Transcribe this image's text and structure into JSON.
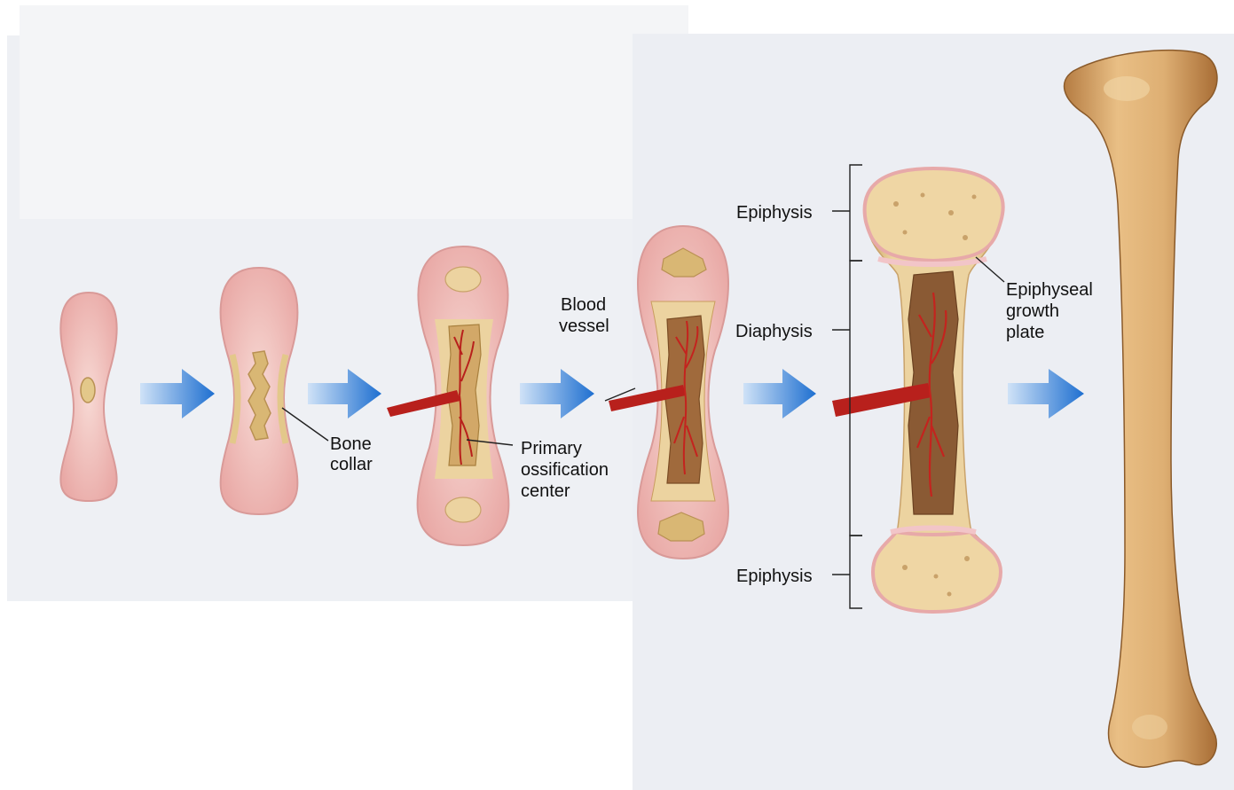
{
  "labels": {
    "bone_collar_1": "Bone",
    "bone_collar_2": "collar",
    "primary_1": "Primary",
    "primary_2": "ossification",
    "primary_3": "center",
    "blood_1": "Blood",
    "blood_2": "vessel",
    "epiphysis_top": "Epiphysis",
    "diaphysis": "Diaphysis",
    "epiphysis_bottom": "Epiphysis",
    "growth_1": "Epiphyseal",
    "growth_2": "growth",
    "growth_3": "plate"
  },
  "stages": [
    "cartilage-model",
    "bone-collar",
    "primary-ossification",
    "secondary-ossification",
    "epiphyseal-plate",
    "adult-bone"
  ],
  "colors": {
    "cartilage": "#f0c4c0",
    "cartilage_edge": "#d99a98",
    "bone": "#ecd3a0",
    "spongy": "#d4b06e",
    "marrow": "#8a5a34",
    "vessel": "#b8201c",
    "arrow": "#2e7fd6",
    "adult_bone": "#d9a868"
  }
}
